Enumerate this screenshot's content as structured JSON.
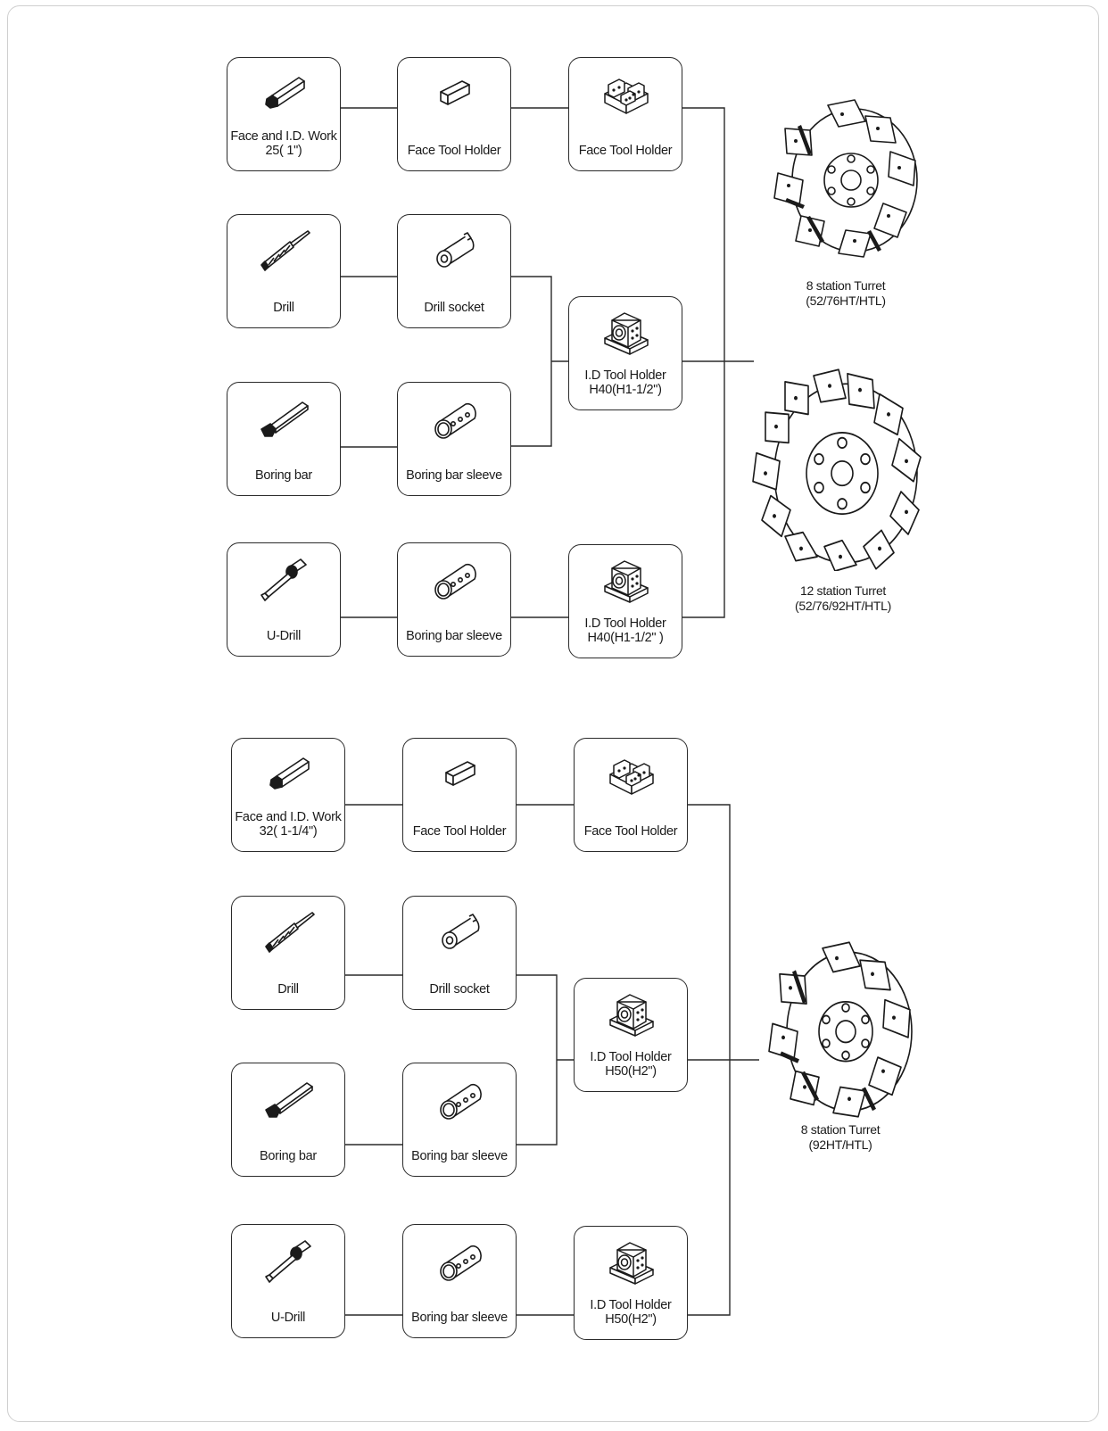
{
  "diagram": {
    "section1": {
      "tools": [
        "Face and I.D. Work",
        "Drill",
        "Boring bar",
        "U-Drill"
      ],
      "face_tool_size": "25( 1\")",
      "adapters": [
        "Face Tool Holder",
        "Drill socket",
        "Boring bar sleeve",
        "Boring bar sleeve"
      ],
      "holders": [
        {
          "line1": "Face Tool Holder",
          "line2": ""
        },
        {
          "line1": "I.D Tool Holder",
          "line2": "H40(H1-1/2\")"
        },
        {
          "line1": "I.D Tool Holder",
          "line2": "H40(H1-1/2\" )"
        }
      ],
      "turrets": [
        {
          "line1": "8 station Turret",
          "line2": "(52/76HT/HTL)"
        },
        {
          "line1": "12 station Turret",
          "line2": "(52/76/92HT/HTL)"
        }
      ]
    },
    "section2": {
      "tools": [
        "Face and I.D. Work",
        "Drill",
        "Boring bar",
        "U-Drill"
      ],
      "face_tool_size": "32( 1-1/4\")",
      "adapters": [
        "Face Tool Holder",
        "Drill socket",
        "Boring bar sleeve",
        "Boring bar sleeve"
      ],
      "holders": [
        {
          "line1": "Face Tool Holder",
          "line2": ""
        },
        {
          "line1": "I.D Tool Holder",
          "line2": "H50(H2\")"
        },
        {
          "line1": "I.D Tool Holder",
          "line2": "H50(H2\")"
        }
      ],
      "turrets": [
        {
          "line1": "8 station Turret",
          "line2": "(92HT/HTL)"
        }
      ]
    }
  },
  "icons": {
    "tools": [
      "turning-tool-icon",
      "drill-icon",
      "boring-bar-icon",
      "u-drill-icon"
    ],
    "adapters": [
      "tool-block-icon",
      "drill-socket-icon",
      "sleeve-icon",
      "sleeve-icon"
    ],
    "holders": [
      "face-holder-icon",
      "id-holder-icon",
      "id-holder-icon"
    ],
    "turrets": [
      "turret-8-icon",
      "turret-12-icon"
    ]
  },
  "colors": {
    "line": "#2a2a2a",
    "border": "#2a2a2a",
    "frame": "#cfcfcf"
  }
}
